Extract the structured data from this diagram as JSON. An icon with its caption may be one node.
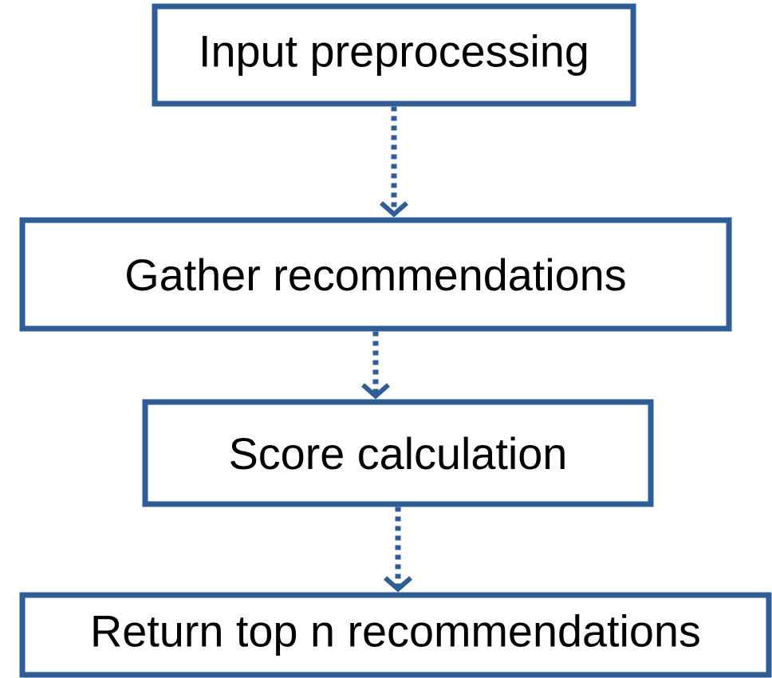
{
  "diagram": {
    "nodes": [
      {
        "text": [
          "Input preprocessing"
        ]
      },
      {
        "text": [
          "Gather recommendations"
        ]
      },
      {
        "text": [
          "Score calculation"
        ]
      },
      {
        "text": [
          "Return top n recommendations"
        ]
      }
    ],
    "edges": [
      {
        "from": 0,
        "to": 1,
        "arrow": "to",
        "style": "dashed"
      },
      {
        "from": 1,
        "to": 2,
        "arrow": "to",
        "style": "dashed"
      },
      {
        "from": 2,
        "to": 3,
        "arrow": "to",
        "style": "dashed"
      }
    ]
  }
}
